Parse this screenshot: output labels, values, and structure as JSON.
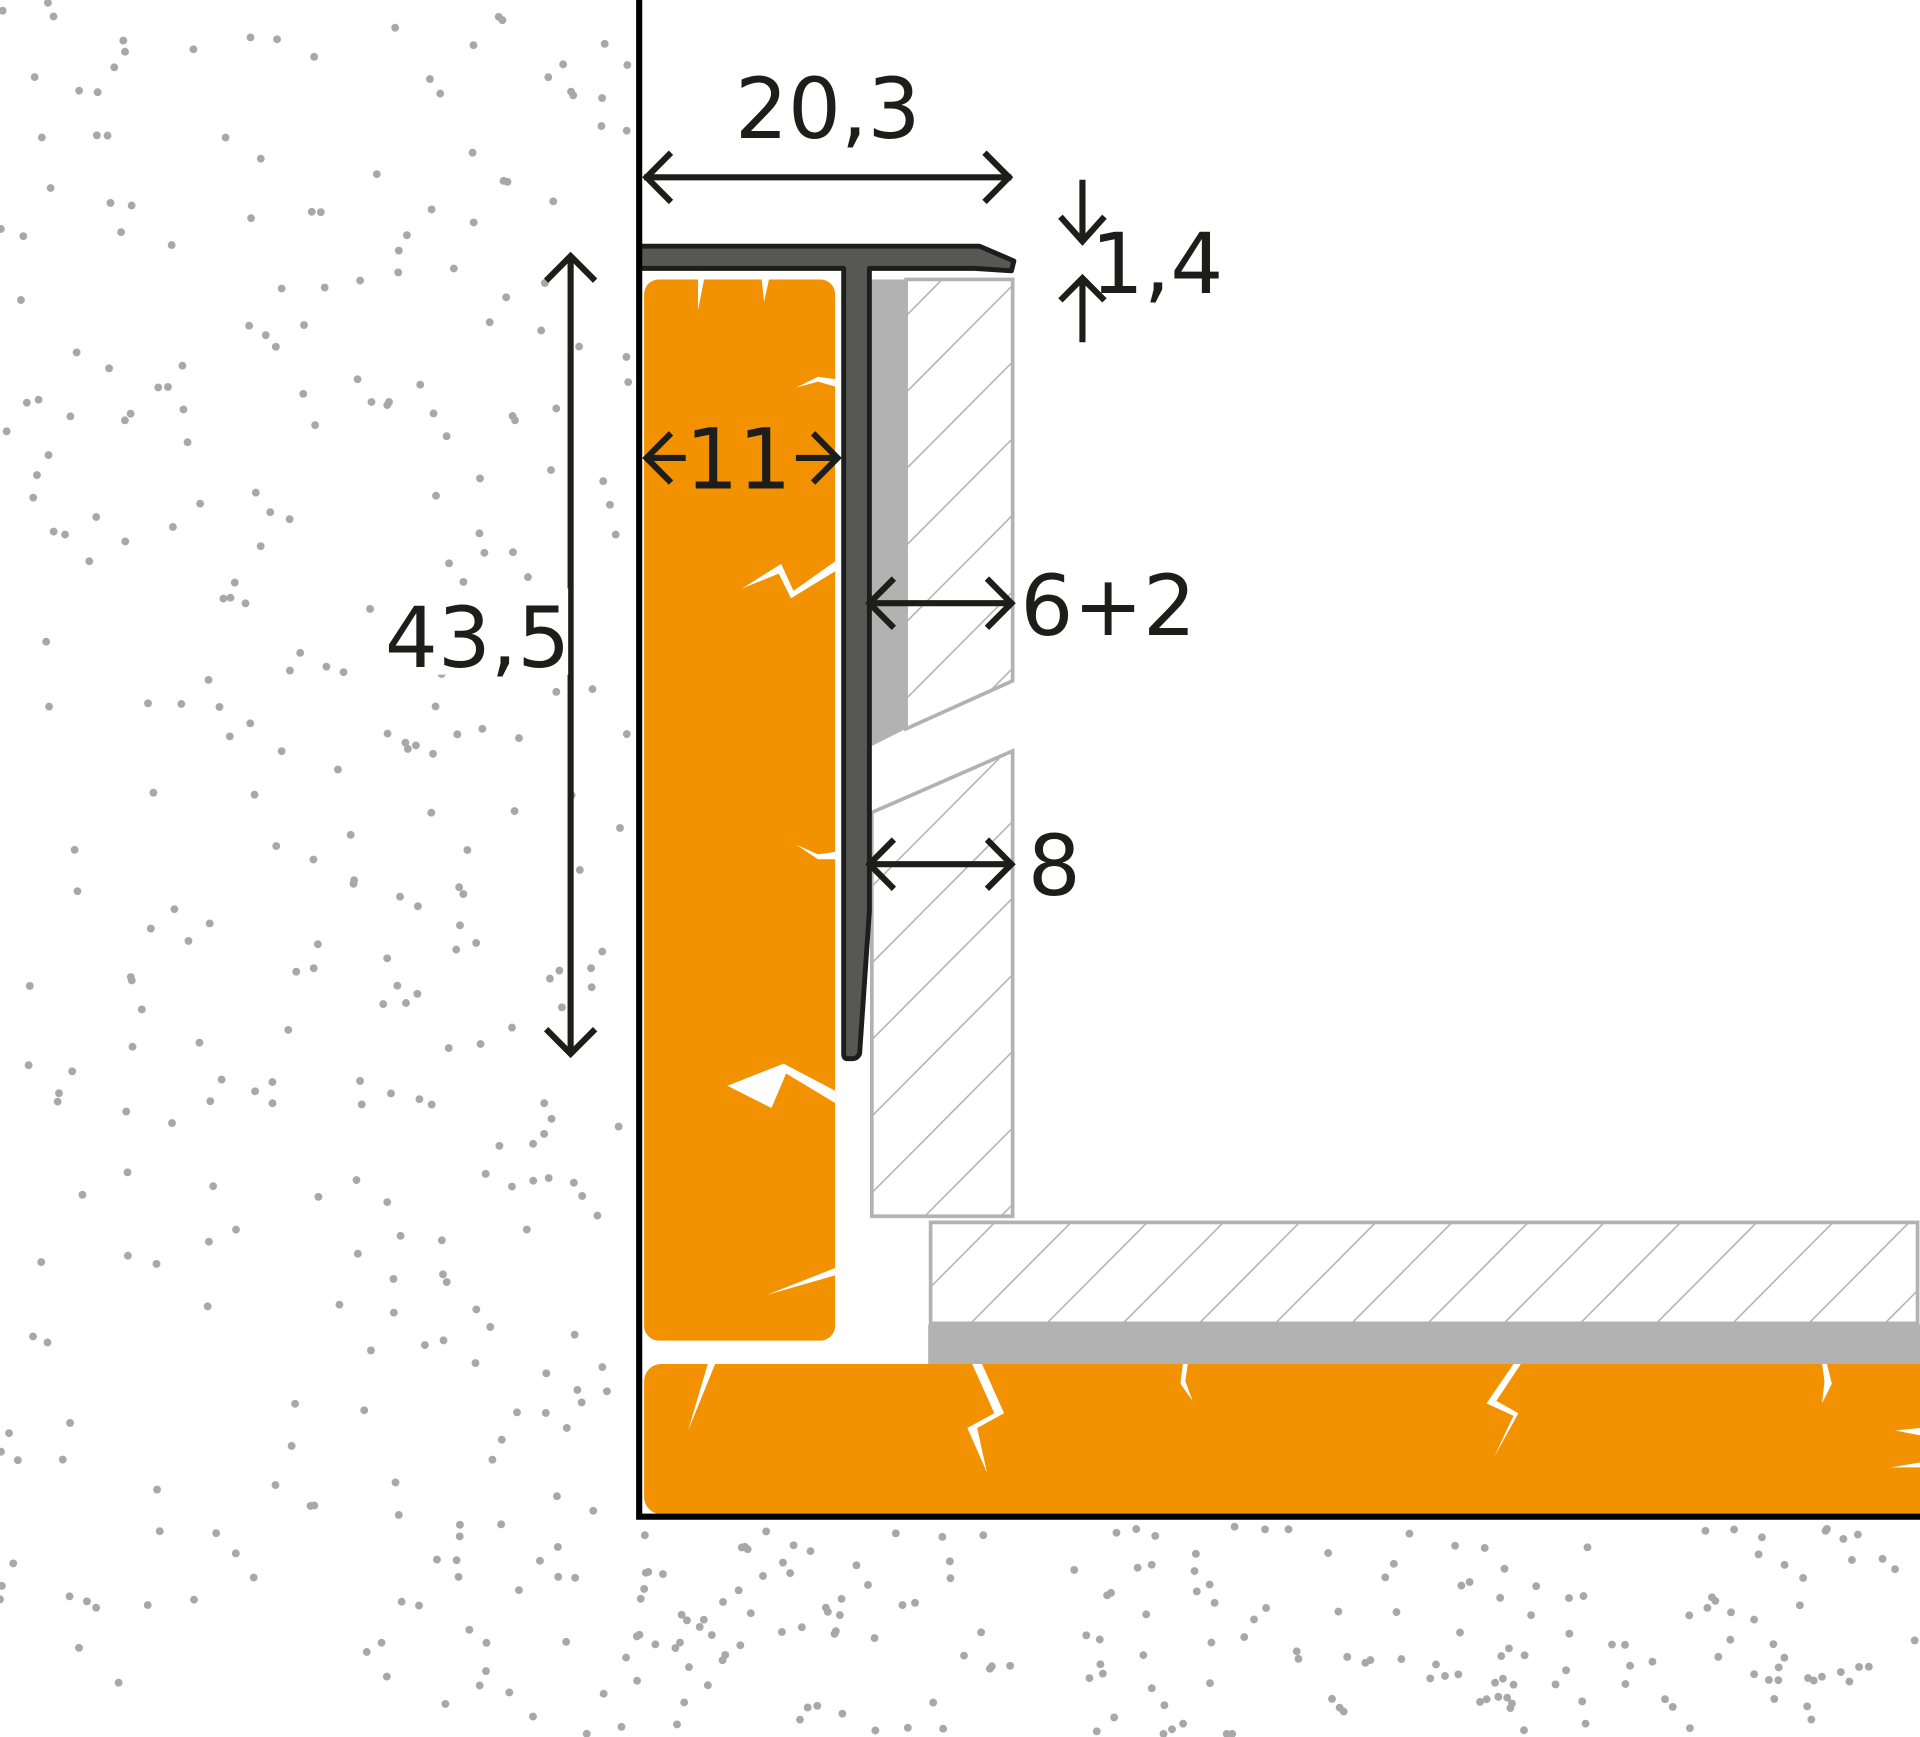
{
  "diagram": {
    "dimensions": {
      "profile_width": "20,3",
      "plate_thickness": "1,4",
      "wall_tile_gap": "11",
      "profile_height": "43,5",
      "upper_tile_thickness": "6+2",
      "lower_tile_thickness": "8"
    },
    "colors": {
      "adhesive": "#f39200",
      "profile": "#575756",
      "bedding": "#b2b2b2",
      "concrete_dots": "#a8a8a8",
      "outline": "#1d1d1b"
    }
  }
}
